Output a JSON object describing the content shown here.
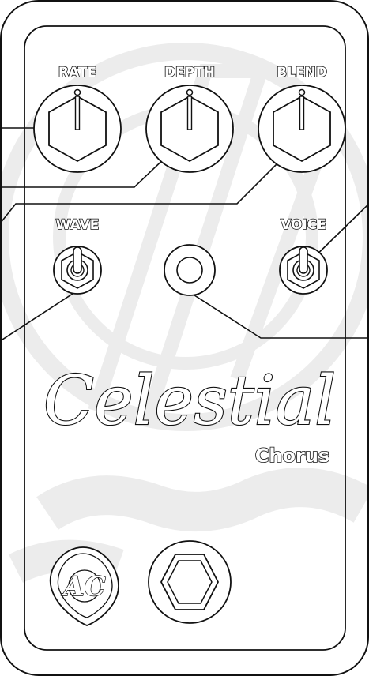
{
  "pedal": {
    "knobs": [
      {
        "label": "RATE"
      },
      {
        "label": "DEPTH"
      },
      {
        "label": "BLEND"
      }
    ],
    "switches": [
      {
        "label": "WAVE"
      },
      {
        "label": "VOICE"
      }
    ],
    "brand": {
      "name": "Celestial",
      "subtitle": "Chorus"
    },
    "logo": {
      "text": "AC"
    }
  }
}
